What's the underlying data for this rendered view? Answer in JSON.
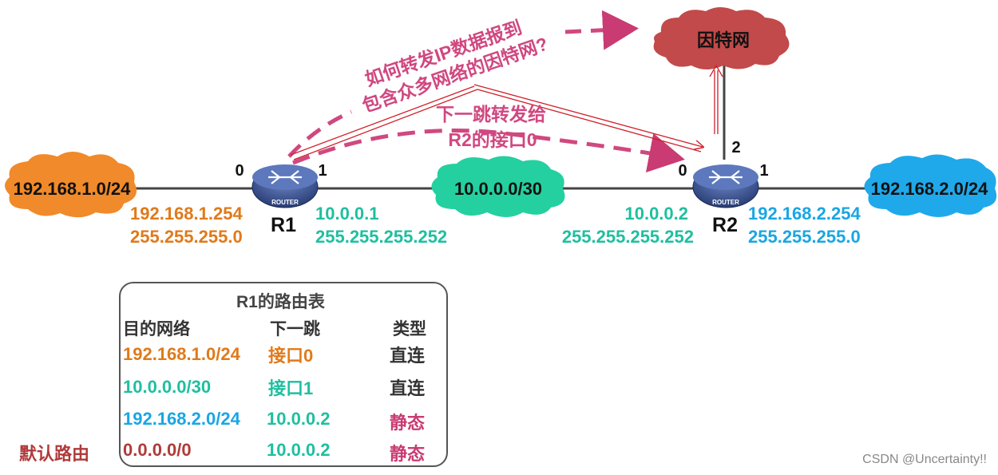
{
  "colors": {
    "orange": "#e07a1a",
    "teal": "#1fbf9f",
    "blue": "#1aa6e3",
    "magenta": "#c93b72",
    "dark_red": "#b03a3a",
    "internet": "#c24a4a",
    "line": "#444444"
  },
  "networks": {
    "lan1": "192.168.1.0/24",
    "link": "10.0.0.0/30",
    "lan2": "192.168.2.0/24",
    "internet": "因特网"
  },
  "routers": {
    "r1": {
      "name": "R1",
      "badge": "ROUTER",
      "port0": "0",
      "port1": "1",
      "ip0": "192.168.1.254",
      "mask0": "255.255.255.0",
      "ip1": "10.0.0.1",
      "mask1": "255.255.255.252"
    },
    "r2": {
      "name": "R2",
      "badge": "ROUTER",
      "port0": "0",
      "port1": "1",
      "port2": "2",
      "ip0": "10.0.0.2",
      "mask0": "255.255.255.252",
      "ip1": "192.168.2.254",
      "mask1": "255.255.255.0"
    }
  },
  "annotations": {
    "question_line1": "如何转发IP数据报到",
    "question_line2": "包含众多网络的因特网?",
    "nexthop_line1": "下一跳转发给",
    "nexthop_line2": "R2的接口0"
  },
  "route_table": {
    "title": "R1的路由表",
    "headers": [
      "目的网络",
      "下一跳",
      "类型"
    ],
    "rows": [
      {
        "dest": "192.168.1.0/24",
        "nexthop": "接口0",
        "type": "直连"
      },
      {
        "dest": "10.0.0.0/30",
        "nexthop": "接口1",
        "type": "直连"
      },
      {
        "dest": "192.168.2.0/24",
        "nexthop": "10.0.0.2",
        "type": "静态"
      },
      {
        "dest": "0.0.0.0/0",
        "nexthop": "10.0.0.2",
        "type": "静态"
      }
    ],
    "default_route_label": "默认路由"
  },
  "watermark": "CSDN @Uncertainty!!"
}
